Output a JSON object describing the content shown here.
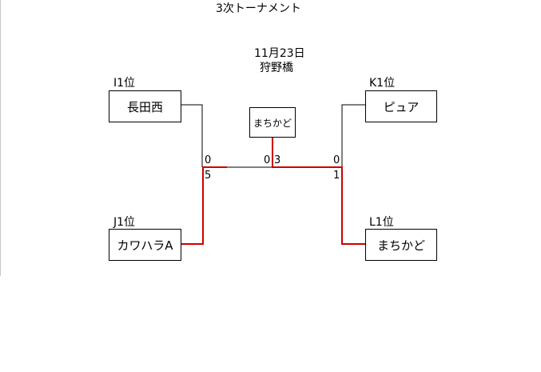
{
  "title": "3次トーナメント",
  "match": {
    "date": "11月23日",
    "venue": "狩野橋"
  },
  "colors": {
    "win_line": "#cc0000",
    "line": "#000000"
  },
  "teams": {
    "i1": {
      "seed": "I1位",
      "name": "長田西"
    },
    "j1": {
      "seed": "J1位",
      "name": "カワハラA"
    },
    "k1": {
      "seed": "K1位",
      "name": "ピュア"
    },
    "l1": {
      "seed": "L1位",
      "name": "まちかど"
    }
  },
  "semifinals": {
    "left": {
      "top_score": "0",
      "bottom_score": "5",
      "winner": "カワハラA"
    },
    "right": {
      "top_score": "0",
      "bottom_score": "1",
      "winner": "まちかど"
    }
  },
  "final": {
    "left_score": "0",
    "right_score": "3",
    "winner": "まちかど"
  }
}
